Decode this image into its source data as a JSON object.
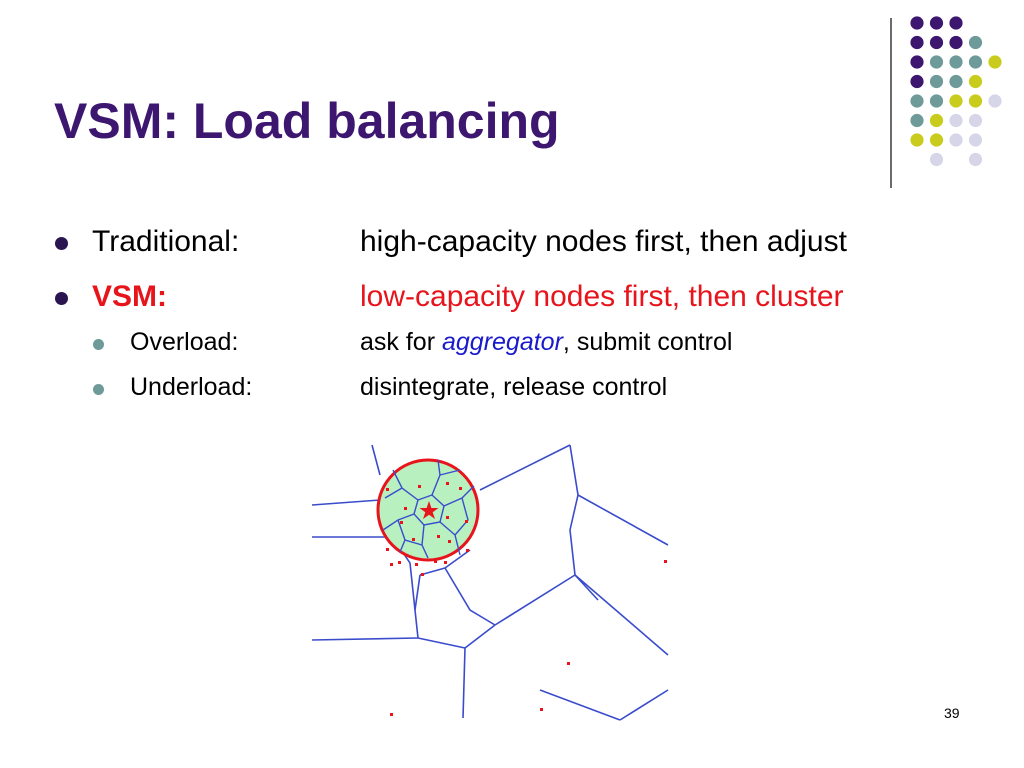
{
  "slide": {
    "title": "VSM: Load balancing",
    "page_number": "39"
  },
  "bullets": [
    {
      "label": "Traditional:",
      "text": "high-capacity nodes first, then adjust"
    },
    {
      "label": "VSM:",
      "text": "low-capacity nodes first, then cluster"
    }
  ],
  "subbullets": [
    {
      "label": "Overload:",
      "text_before": "ask for ",
      "highlight": "aggregator",
      "text_after": ", submit control"
    },
    {
      "label": "Underload:",
      "text": "disintegrate, release control"
    }
  ],
  "colors": {
    "title": "#3d1670",
    "highlight_red": "#e8141c",
    "highlight_blue": "#1a1acd",
    "edges": "#3a4ccc",
    "cluster_fill": "#b8f0c0",
    "cluster_ring": "#e8141c",
    "dot_purple": "#3d1670",
    "dot_teal": "#6e9a9a",
    "dot_yellow": "#c9cc1c",
    "dot_lavender": "#d6d6e8"
  },
  "decoration": {
    "dot_grid_colors": [
      [
        "purple",
        "purple",
        "purple",
        "none",
        "none"
      ],
      [
        "purple",
        "purple",
        "purple",
        "teal",
        "none"
      ],
      [
        "purple",
        "teal",
        "teal",
        "teal",
        "yellow"
      ],
      [
        "purple",
        "teal",
        "teal",
        "yellow",
        "none"
      ],
      [
        "teal",
        "teal",
        "yellow",
        "yellow",
        "lavender"
      ],
      [
        "teal",
        "yellow",
        "lavender",
        "lavender",
        "none"
      ],
      [
        "yellow",
        "yellow",
        "lavender",
        "lavender",
        "none"
      ],
      [
        "none",
        "lavender",
        "none",
        "lavender",
        "none"
      ]
    ]
  }
}
